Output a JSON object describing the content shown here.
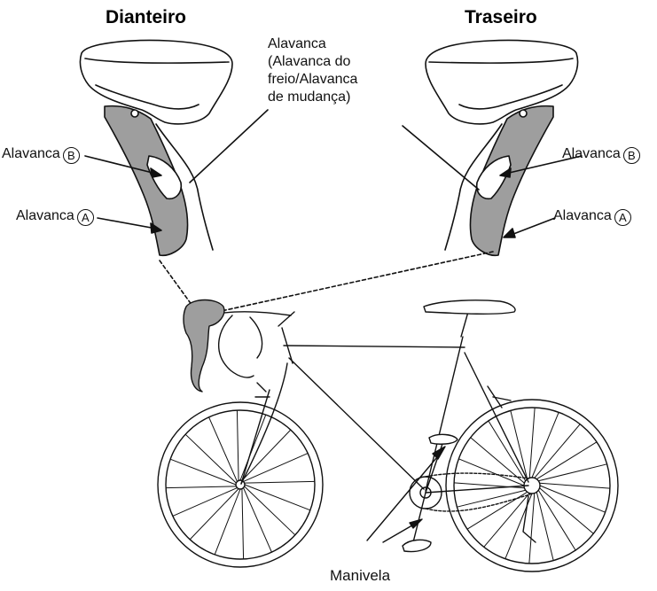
{
  "headings": {
    "front": "Dianteiro",
    "rear": "Traseiro"
  },
  "callout_lever": [
    "Alavanca",
    "(Alavanca do",
    "freio/Alavanca",
    "de mudança)"
  ],
  "front_labels": {
    "lever_b": "Alavanca",
    "lever_b_mark": "B",
    "lever_a": "Alavanca",
    "lever_a_mark": "A"
  },
  "rear_labels": {
    "lever_b": "Alavanca",
    "lever_b_mark": "B",
    "lever_a": "Alavanca",
    "lever_a_mark": "A"
  },
  "crank_label": "Manivela",
  "colors": {
    "line": "#111111",
    "lever_fill": "#9e9e9e",
    "hood_fill": "#ffffff"
  }
}
